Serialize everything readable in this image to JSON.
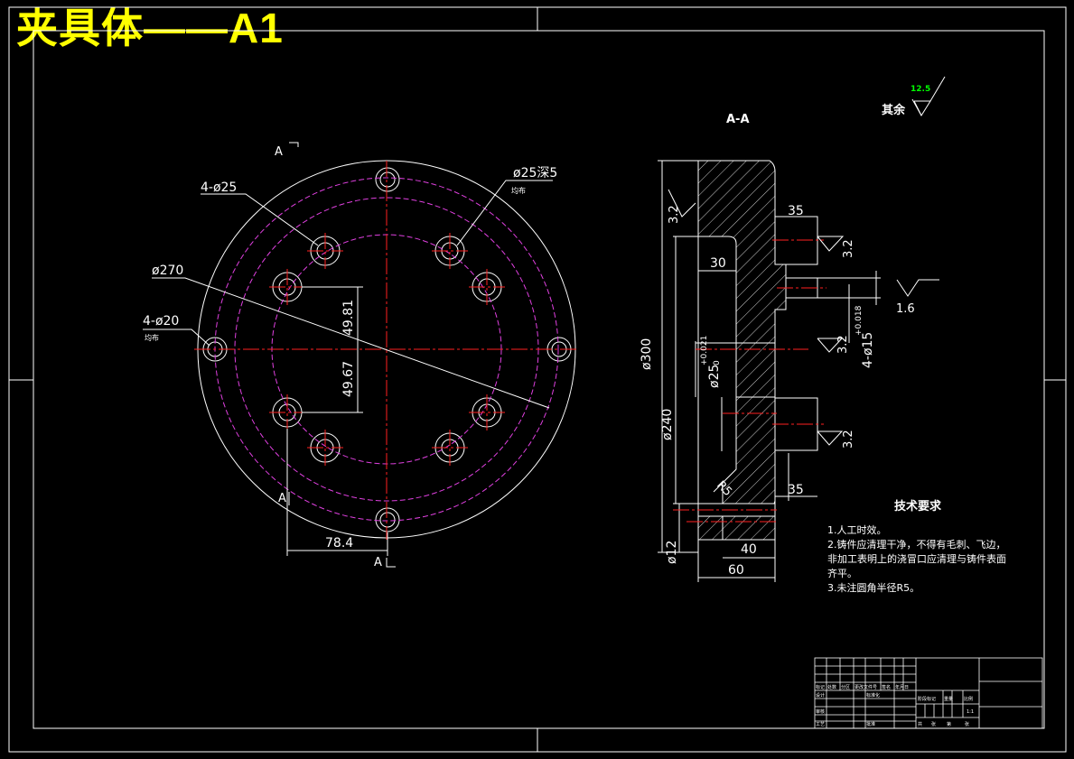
{
  "title": "夹具体——A1",
  "section_label": "A-A",
  "surface_finish": {
    "label": "其余",
    "value": "12.5"
  },
  "plan_view": {
    "section_marks": [
      "A",
      "A",
      "A"
    ],
    "hole_callouts": {
      "four_d25": "4-ø25",
      "d25_depth": "ø25深5",
      "d25_depth_note": "均布",
      "d270": "ø270",
      "four_d20": "4-ø20",
      "four_d20_note": "均布"
    },
    "dims": {
      "y_upper": "49.81",
      "y_lower": "49.67",
      "x_offset": "78.4"
    }
  },
  "section_view": {
    "dims": {
      "d300": "ø300",
      "d240": "ø240",
      "d12": "ø12",
      "d25_tol": "ø25",
      "d25_tol_upper": "+0.021",
      "d25_tol_lower": "0",
      "four_d15": "4-ø15",
      "four_d15_tol": "+0.018",
      "w35_top": "35",
      "w35_bottom": "35",
      "w30": "30",
      "w40": "40",
      "w60": "60",
      "r5": "R5"
    },
    "roughness": [
      "3.2",
      "3.2",
      "3.2",
      "3.2",
      "1.6"
    ]
  },
  "technical_requirements": {
    "heading": "技术要求",
    "items": [
      "1.人工时效。",
      "2.铸件应清理干净，不得有毛刺、飞边，非加工表明上的浇冒口应清理与铸件表面齐平。",
      "3.未注圆角半径R5。"
    ]
  },
  "title_block": {
    "labels": [
      "标记",
      "处数",
      "分区",
      "更改文件号",
      "签名",
      "年月日",
      "设计",
      "标准化",
      "审核",
      "工艺",
      "批准",
      "阶段标记",
      "重量",
      "比例",
      "共",
      "张",
      "第",
      "张"
    ],
    "scale": "1:1"
  },
  "colors": {
    "outline": "#ffffff",
    "center": "#ff2020",
    "phantom": "#e040e0",
    "fill": "#ffffff",
    "title": "#ffff00",
    "finish": "#00ff00"
  }
}
